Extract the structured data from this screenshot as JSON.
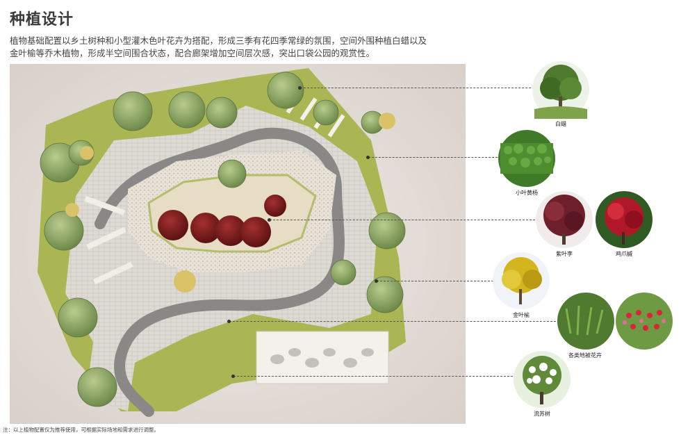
{
  "header": {
    "title": "种植设计",
    "description": "植物基础配置以乡土树种和小型灌木色叶花卉为搭配，形成三季有花四季常绿的氛围，空间外围种植白蜡以及金叶榆等乔木植物，形成半空间围合状态，配合廊架增加空间层次感，突出口袋公园的观赏性。"
  },
  "plants": [
    {
      "name": "白蜡",
      "icon": "ash-tree-photo"
    },
    {
      "name": "小叶黄杨",
      "icon": "boxwood-hedge-photo"
    },
    {
      "name": "紫叶李",
      "icon": "purple-leaf-plum-photo"
    },
    {
      "name": "鸡爪槭",
      "icon": "japanese-maple-photo"
    },
    {
      "name": "金叶榆",
      "icon": "golden-elm-photo"
    },
    {
      "name": "各类地被花卉",
      "icon": "ground-cover-photo"
    },
    {
      "name": "流苏树",
      "icon": "fringe-tree-photo"
    }
  ],
  "footer": {
    "note": "注：以上植物配置仅为推荐使用，可根据实际场地和需求进行调整。"
  },
  "colors": {
    "lawn": "#a9b653",
    "paving": "#d9d4cc",
    "path": "#8a8886",
    "tree": "#8fa66a",
    "red_tree": "#7a1c1c",
    "leader": "#555555"
  }
}
